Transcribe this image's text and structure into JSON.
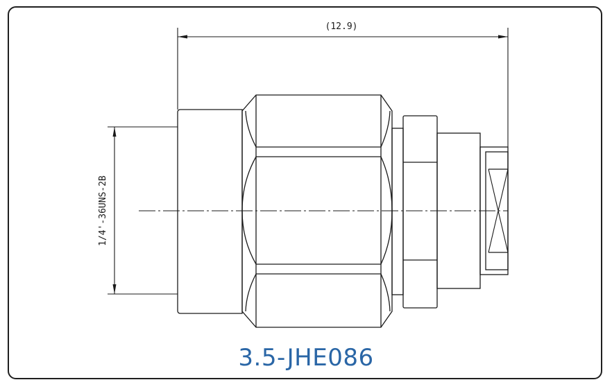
{
  "dimension_length": "(12.9)",
  "thread_spec": "1/4'-36UNS-2B",
  "part_number": "3.5-JHE086",
  "colors": {
    "part_number": "#2a66a6",
    "border": "#1f1f1f",
    "lines": "#1a1a1a"
  }
}
